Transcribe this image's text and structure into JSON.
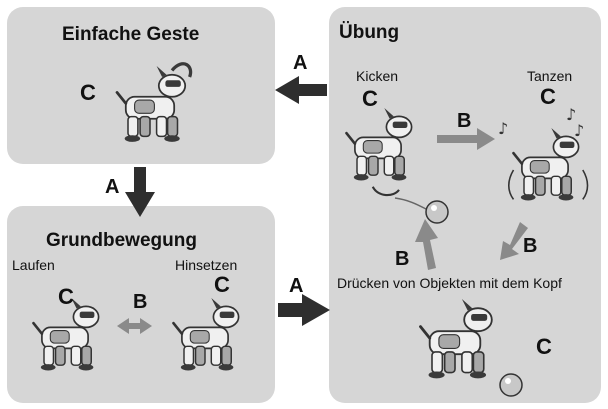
{
  "panels": {
    "simple_gesture": {
      "title": "Einfache Geste",
      "code": "C"
    },
    "basic_movement": {
      "title": "Grundbewegung",
      "left_label": "Laufen",
      "left_code": "C",
      "right_label": "Hinsetzen",
      "right_code": "C",
      "link_code": "B"
    },
    "exercise": {
      "title": "Übung",
      "kick_label": "Kicken",
      "kick_code": "C",
      "dance_label": "Tanzen",
      "dance_code": "C",
      "push_label": "Drücken von Objekten mit dem Kopf",
      "push_code": "C",
      "link_kick_dance": "B",
      "link_dance_push": "B",
      "link_push_kick": "B"
    }
  },
  "arrows": {
    "exercise_to_gesture": "A",
    "gesture_to_basic": "A",
    "basic_to_exercise": "A"
  },
  "colors": {
    "panel": "#d6d6d6",
    "arrow_dark": "#2e2e2e",
    "arrow_gray": "#8a8a8a",
    "robot_light": "#f0f0f0",
    "robot_mid": "#a8a8a8",
    "robot_dark": "#3a3a3a"
  }
}
